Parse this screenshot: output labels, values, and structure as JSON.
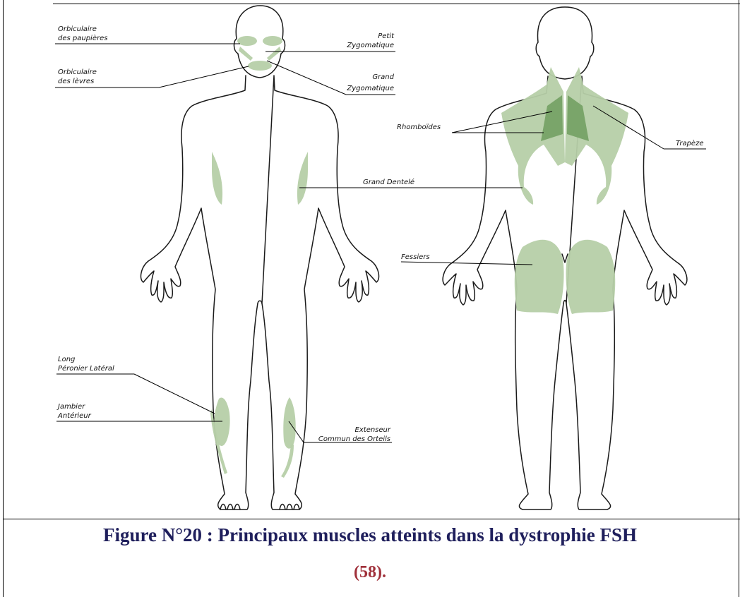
{
  "labels": {
    "orbiculaire_paupieres": [
      "Orbiculaire",
      "des paupières"
    ],
    "orbiculaire_levres": [
      "Orbiculaire",
      "des lèvres"
    ],
    "petit_zygomatique": [
      "Petit",
      "Zygomatique"
    ],
    "grand_zygomatique": [
      "Grand",
      "Zygomatique"
    ],
    "rhomboides": "Rhomboïdes",
    "trapeze": "Trapèze",
    "grand_dentele": "Grand Dentelé",
    "fessiers": "Fessiers",
    "long_peronier": [
      "Long",
      "Péronier Latéral"
    ],
    "jambier": [
      "Jambier",
      "Antérieur"
    ],
    "extenseur": [
      "Extenseur",
      "Commun des Orteils"
    ]
  },
  "caption": {
    "line1": "Figure N°20 : Principaux muscles atteints dans la dystrophie FSH",
    "line2": "(58)."
  },
  "colors": {
    "muscle": "#b6cfa8",
    "muscle_dark": "#7aa56a",
    "caption_title": "#1f1f5c",
    "caption_ref": "#a0303a"
  }
}
